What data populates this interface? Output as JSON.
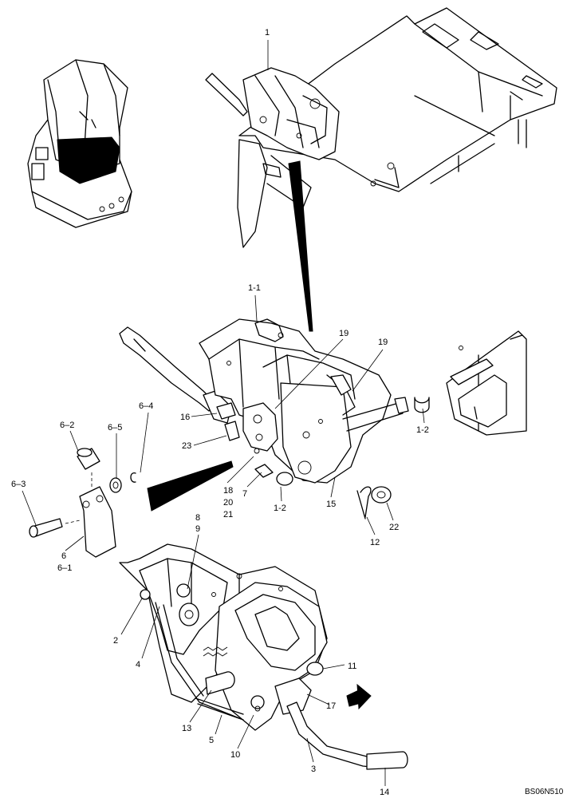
{
  "reference_code": "BS06N510",
  "callouts": [
    {
      "id": "c1",
      "text": "1"
    },
    {
      "id": "c1-1",
      "text": "1-1"
    },
    {
      "id": "c19a",
      "text": "19"
    },
    {
      "id": "c19b",
      "text": "19"
    },
    {
      "id": "c16",
      "text": "16"
    },
    {
      "id": "c23",
      "text": "23"
    },
    {
      "id": "c18",
      "text": "18"
    },
    {
      "id": "c20",
      "text": "20"
    },
    {
      "id": "c21",
      "text": "21"
    },
    {
      "id": "c7",
      "text": "7"
    },
    {
      "id": "c1-2a",
      "text": "1-2"
    },
    {
      "id": "c1-2b",
      "text": "1-2"
    },
    {
      "id": "c15",
      "text": "15"
    },
    {
      "id": "c12",
      "text": "12"
    },
    {
      "id": "c22",
      "text": "22"
    },
    {
      "id": "c6-2",
      "text": "6–2"
    },
    {
      "id": "c6-5",
      "text": "6–5"
    },
    {
      "id": "c6-4",
      "text": "6–4"
    },
    {
      "id": "c6-3",
      "text": "6–3"
    },
    {
      "id": "c6",
      "text": "6"
    },
    {
      "id": "c6-1",
      "text": "6–1"
    },
    {
      "id": "c8",
      "text": "8"
    },
    {
      "id": "c9",
      "text": "9"
    },
    {
      "id": "c2",
      "text": "2"
    },
    {
      "id": "c4",
      "text": "4"
    },
    {
      "id": "c11",
      "text": "11"
    },
    {
      "id": "c17",
      "text": "17"
    },
    {
      "id": "c13",
      "text": "13"
    },
    {
      "id": "c5",
      "text": "5"
    },
    {
      "id": "c10",
      "text": "10"
    },
    {
      "id": "c3",
      "text": "3"
    },
    {
      "id": "c14",
      "text": "14"
    }
  ]
}
